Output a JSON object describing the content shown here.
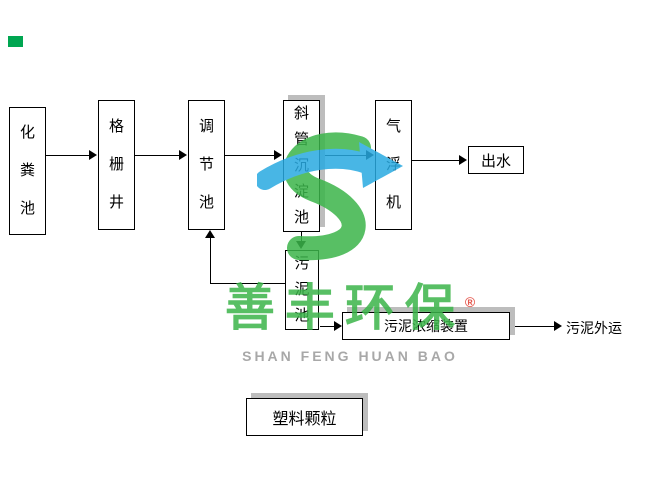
{
  "colors": {
    "green": "#3bb54a",
    "blue": "#29aae1",
    "gray": "#9a9a9a",
    "red": "#e03a2f",
    "shadow": "#bdbdbd",
    "line": "#000000",
    "corner": "#00a651"
  },
  "flowchart": {
    "boxes": [
      {
        "id": "septic-tank",
        "label": "化\n粪\n池"
      },
      {
        "id": "grid-well",
        "label": "格\n栅\n井"
      },
      {
        "id": "regulating-tank",
        "label": "调\n节\n池"
      },
      {
        "id": "inclined-tube-sedimentation-tank",
        "label": "斜\n管\n沉\n淀\n池"
      },
      {
        "id": "air-flotation-machine",
        "label": "气\n浮\n机"
      },
      {
        "id": "outlet-water",
        "label": "出水"
      },
      {
        "id": "sludge-tank",
        "label": "污\n泥\n池"
      },
      {
        "id": "sludge-thickening-device",
        "label": "污泥浓缩装置"
      },
      {
        "id": "plastic-granules",
        "label": "塑料颗粒"
      }
    ],
    "labels": [
      {
        "id": "sludge-transport-out",
        "text": "污泥外运"
      }
    ]
  },
  "watermark": {
    "brand": "善丰环保",
    "registered": "®",
    "subtitle": "SHAN FENG HUAN BAO"
  }
}
